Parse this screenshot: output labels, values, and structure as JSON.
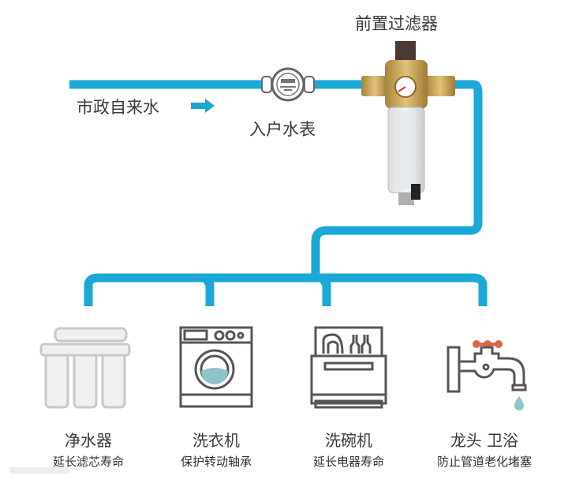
{
  "colors": {
    "pipe": "#1ba8d6",
    "icon_stroke": "#555555",
    "faucet_handle": "#e0664a",
    "water": "#8fc3c9",
    "brass": "#c9a45a"
  },
  "source": {
    "label": "市政自来水",
    "arrow_icon": "right-arrow-icon"
  },
  "meter": {
    "label": "入户水表",
    "icon": "water-meter-icon"
  },
  "prefilter": {
    "label": "前置过滤器",
    "icon": "pre-filter-icon"
  },
  "devices": [
    {
      "name": "净水器",
      "desc": "延长滤芯寿命",
      "icon": "water-purifier-icon"
    },
    {
      "name": "洗衣机",
      "desc": "保护转动轴承",
      "icon": "washing-machine-icon"
    },
    {
      "name": "洗碗机",
      "desc": "延长电器寿命",
      "icon": "dishwasher-icon"
    },
    {
      "name": "龙头 卫浴",
      "desc": "防止管道老化堵塞",
      "icon": "faucet-icon"
    }
  ]
}
